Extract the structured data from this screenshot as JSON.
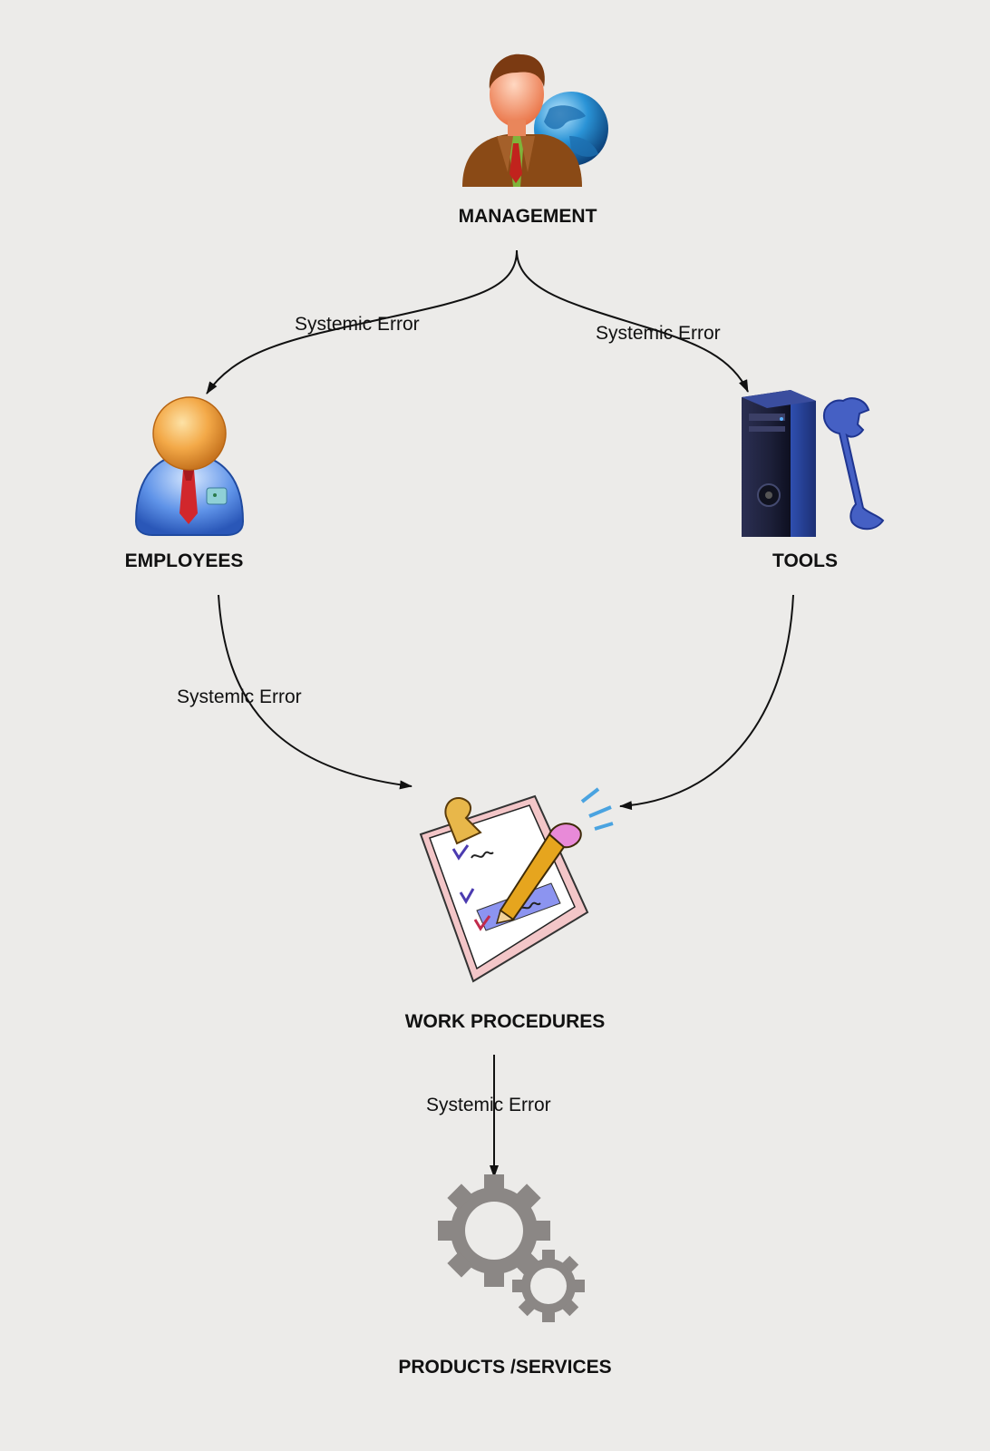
{
  "nodes": {
    "management": {
      "label": "MANAGEMENT",
      "icon": "manager-globe-icon"
    },
    "employees": {
      "label": "EMPLOYEES",
      "icon": "employee-icon"
    },
    "tools": {
      "label": "TOOLS",
      "icon": "computer-wrench-icon"
    },
    "work_procedures": {
      "label": "WORK PROCEDURES",
      "icon": "clipboard-pencil-icon"
    },
    "products_services": {
      "label": "PRODUCTS /SERVICES",
      "icon": "gears-icon"
    }
  },
  "edges": [
    {
      "from": "management",
      "to": "employees",
      "label": "Systemic Error"
    },
    {
      "from": "management",
      "to": "tools",
      "label": "Systemic Error"
    },
    {
      "from": "employees",
      "to": "work_procedures",
      "label": "Systemic Error"
    },
    {
      "from": "tools",
      "to": "work_procedures",
      "label": ""
    },
    {
      "from": "work_procedures",
      "to": "products_services",
      "label": "Systemic Error"
    }
  ],
  "colors": {
    "background": "#ecebe9",
    "text": "#111111",
    "arrow": "#111111",
    "gear": "#8b8785"
  }
}
